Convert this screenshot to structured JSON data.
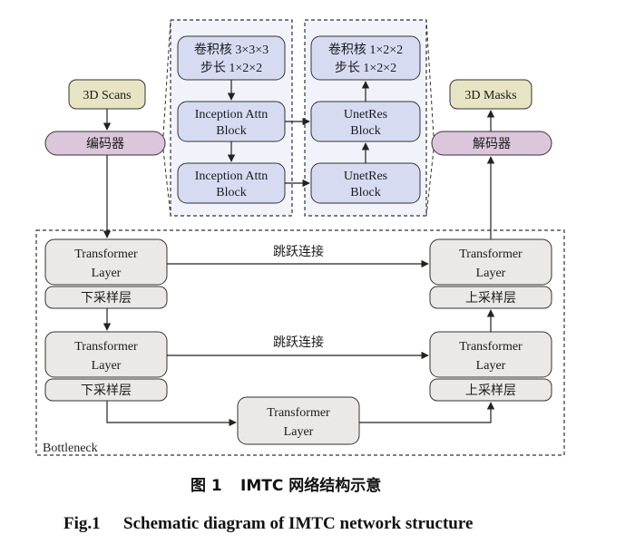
{
  "inputs": {
    "scans": "3D Scans",
    "masks": "3D Masks"
  },
  "codec": {
    "encoder": "编码器",
    "decoder": "解码器"
  },
  "encoder_detail": {
    "conv_line1": "卷积核 3×3×3",
    "conv_line2": "步长 1×2×2",
    "attn1_line1": "Inception Attn",
    "attn1_line2": "Block",
    "attn2_line1": "Inception Attn",
    "attn2_line2": "Block"
  },
  "decoder_detail": {
    "conv_line1": "卷积核 1×2×2",
    "conv_line2": "步长 1×2×2",
    "res1_line1": "UnetRes",
    "res1_line2": "Block",
    "res2_line1": "UnetRes",
    "res2_line2": "Block"
  },
  "bottleneck": {
    "label": "Bottleneck",
    "left1": {
      "line1": "Transformer",
      "line2": "Layer",
      "sub": "下采样层"
    },
    "left2": {
      "line1": "Transformer",
      "line2": "Layer",
      "sub": "下采样层"
    },
    "right1": {
      "line1": "Transformer",
      "line2": "Layer",
      "sub": "上采样层"
    },
    "right2": {
      "line1": "Transformer",
      "line2": "Layer",
      "sub": "上采样层"
    },
    "center": {
      "line1": "Transformer",
      "line2": "Layer"
    },
    "skip1": "跳跃连接",
    "skip2": "跳跃连接"
  },
  "caption": {
    "cn_num": "图 1",
    "cn_title": "IMTC 网络结构示意",
    "en_num": "Fig.1",
    "en_title": "Schematic diagram of IMTC network structure"
  },
  "colors": {
    "scans_fill": "#e6e4c2",
    "codec_fill": "#dcc6dc",
    "block_fill": "#d7dbf2",
    "layer_fill": "#ebe9e7",
    "panel_fill": "#f2f3fa"
  }
}
